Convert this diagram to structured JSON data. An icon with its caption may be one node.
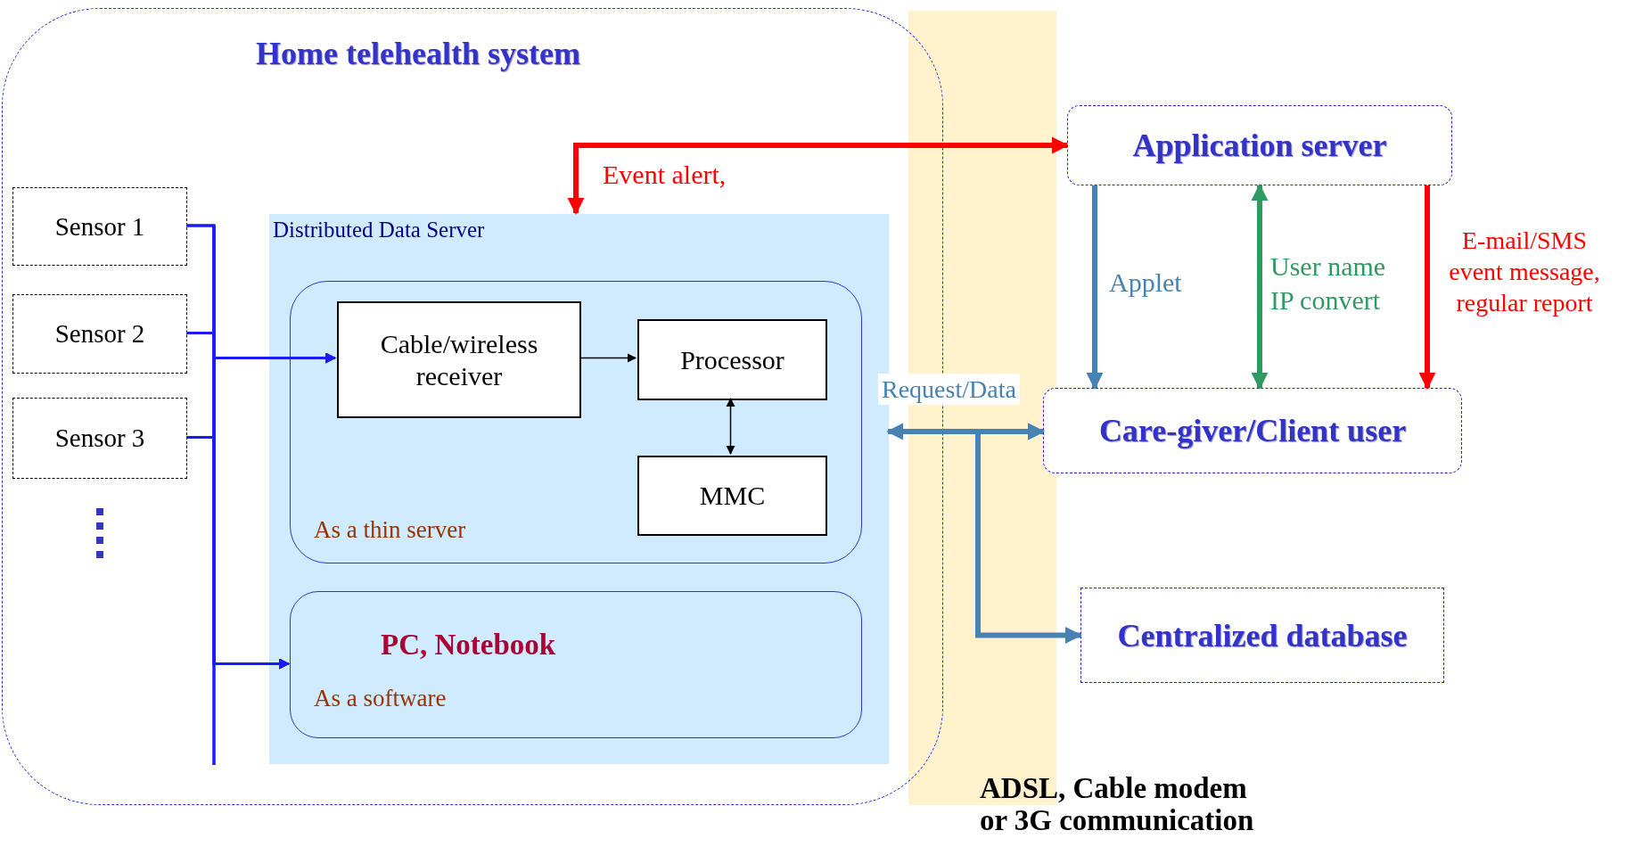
{
  "diagram": {
    "nodes": [
      {
        "text": [
          "Home telehealth system"
        ]
      },
      {
        "text": [
          "Sensor 1"
        ],
        "in": 0
      },
      {
        "text": [
          "Sensor 2"
        ],
        "in": 0
      },
      {
        "text": [
          "Sensor 3"
        ],
        "in": 0
      },
      {
        "text": [
          "Distributed Data Server"
        ],
        "in": 0
      },
      {
        "text": [
          "As a thin server"
        ],
        "in": 4
      },
      {
        "text": [
          "Cable/wireless receiver"
        ],
        "in": 5
      },
      {
        "text": [
          "Processor"
        ],
        "in": 5
      },
      {
        "text": [
          "MMC"
        ],
        "in": 5
      },
      {
        "text": [
          "PC, Notebook",
          "As a software"
        ],
        "in": 4
      },
      {
        "text": [
          "Application server"
        ]
      },
      {
        "text": [
          "Care-giver/Client user"
        ]
      },
      {
        "text": [
          "Centralized database"
        ]
      }
    ],
    "edges": [
      {
        "from": 1,
        "to": 6,
        "arrow": "to"
      },
      {
        "from": 2,
        "to": 6,
        "arrow": "to"
      },
      {
        "from": 3,
        "to": 6,
        "arrow": "to"
      },
      {
        "from": 1,
        "to": 9,
        "arrow": "to"
      },
      {
        "from": 2,
        "to": 9,
        "arrow": "to"
      },
      {
        "from": 3,
        "to": 9,
        "arrow": "to"
      },
      {
        "from": 6,
        "to": 7,
        "arrow": "to",
        "color": "#000000"
      },
      {
        "from": 7,
        "to": 8,
        "arrow": "both",
        "color": "#000000"
      },
      {
        "from": 4,
        "to": 10,
        "arrow": "both",
        "label": "Event alert,",
        "style": "thick",
        "color": "#ff0000"
      },
      {
        "from": 10,
        "to": 11,
        "arrow": "to",
        "label": "Applet",
        "style": "thick",
        "color": "#4682b4"
      },
      {
        "from": 10,
        "to": 11,
        "arrow": "both",
        "label": "User name IP convert",
        "style": "thick",
        "color": "#2e9960"
      },
      {
        "from": 10,
        "to": 11,
        "arrow": "to",
        "label": "E-mail/SMS event message, regular report",
        "style": "thick",
        "color": "#ff0000"
      },
      {
        "from": 4,
        "to": 11,
        "arrow": "both",
        "label": "Request/Data",
        "style": "thick",
        "color": "#4682b4"
      },
      {
        "from": 12,
        "to": 11,
        "arrow": "both",
        "style": "thick",
        "color": "#4682b4"
      }
    ],
    "labels": [
      "ADSL, Cable modem or 3G communication"
    ]
  }
}
